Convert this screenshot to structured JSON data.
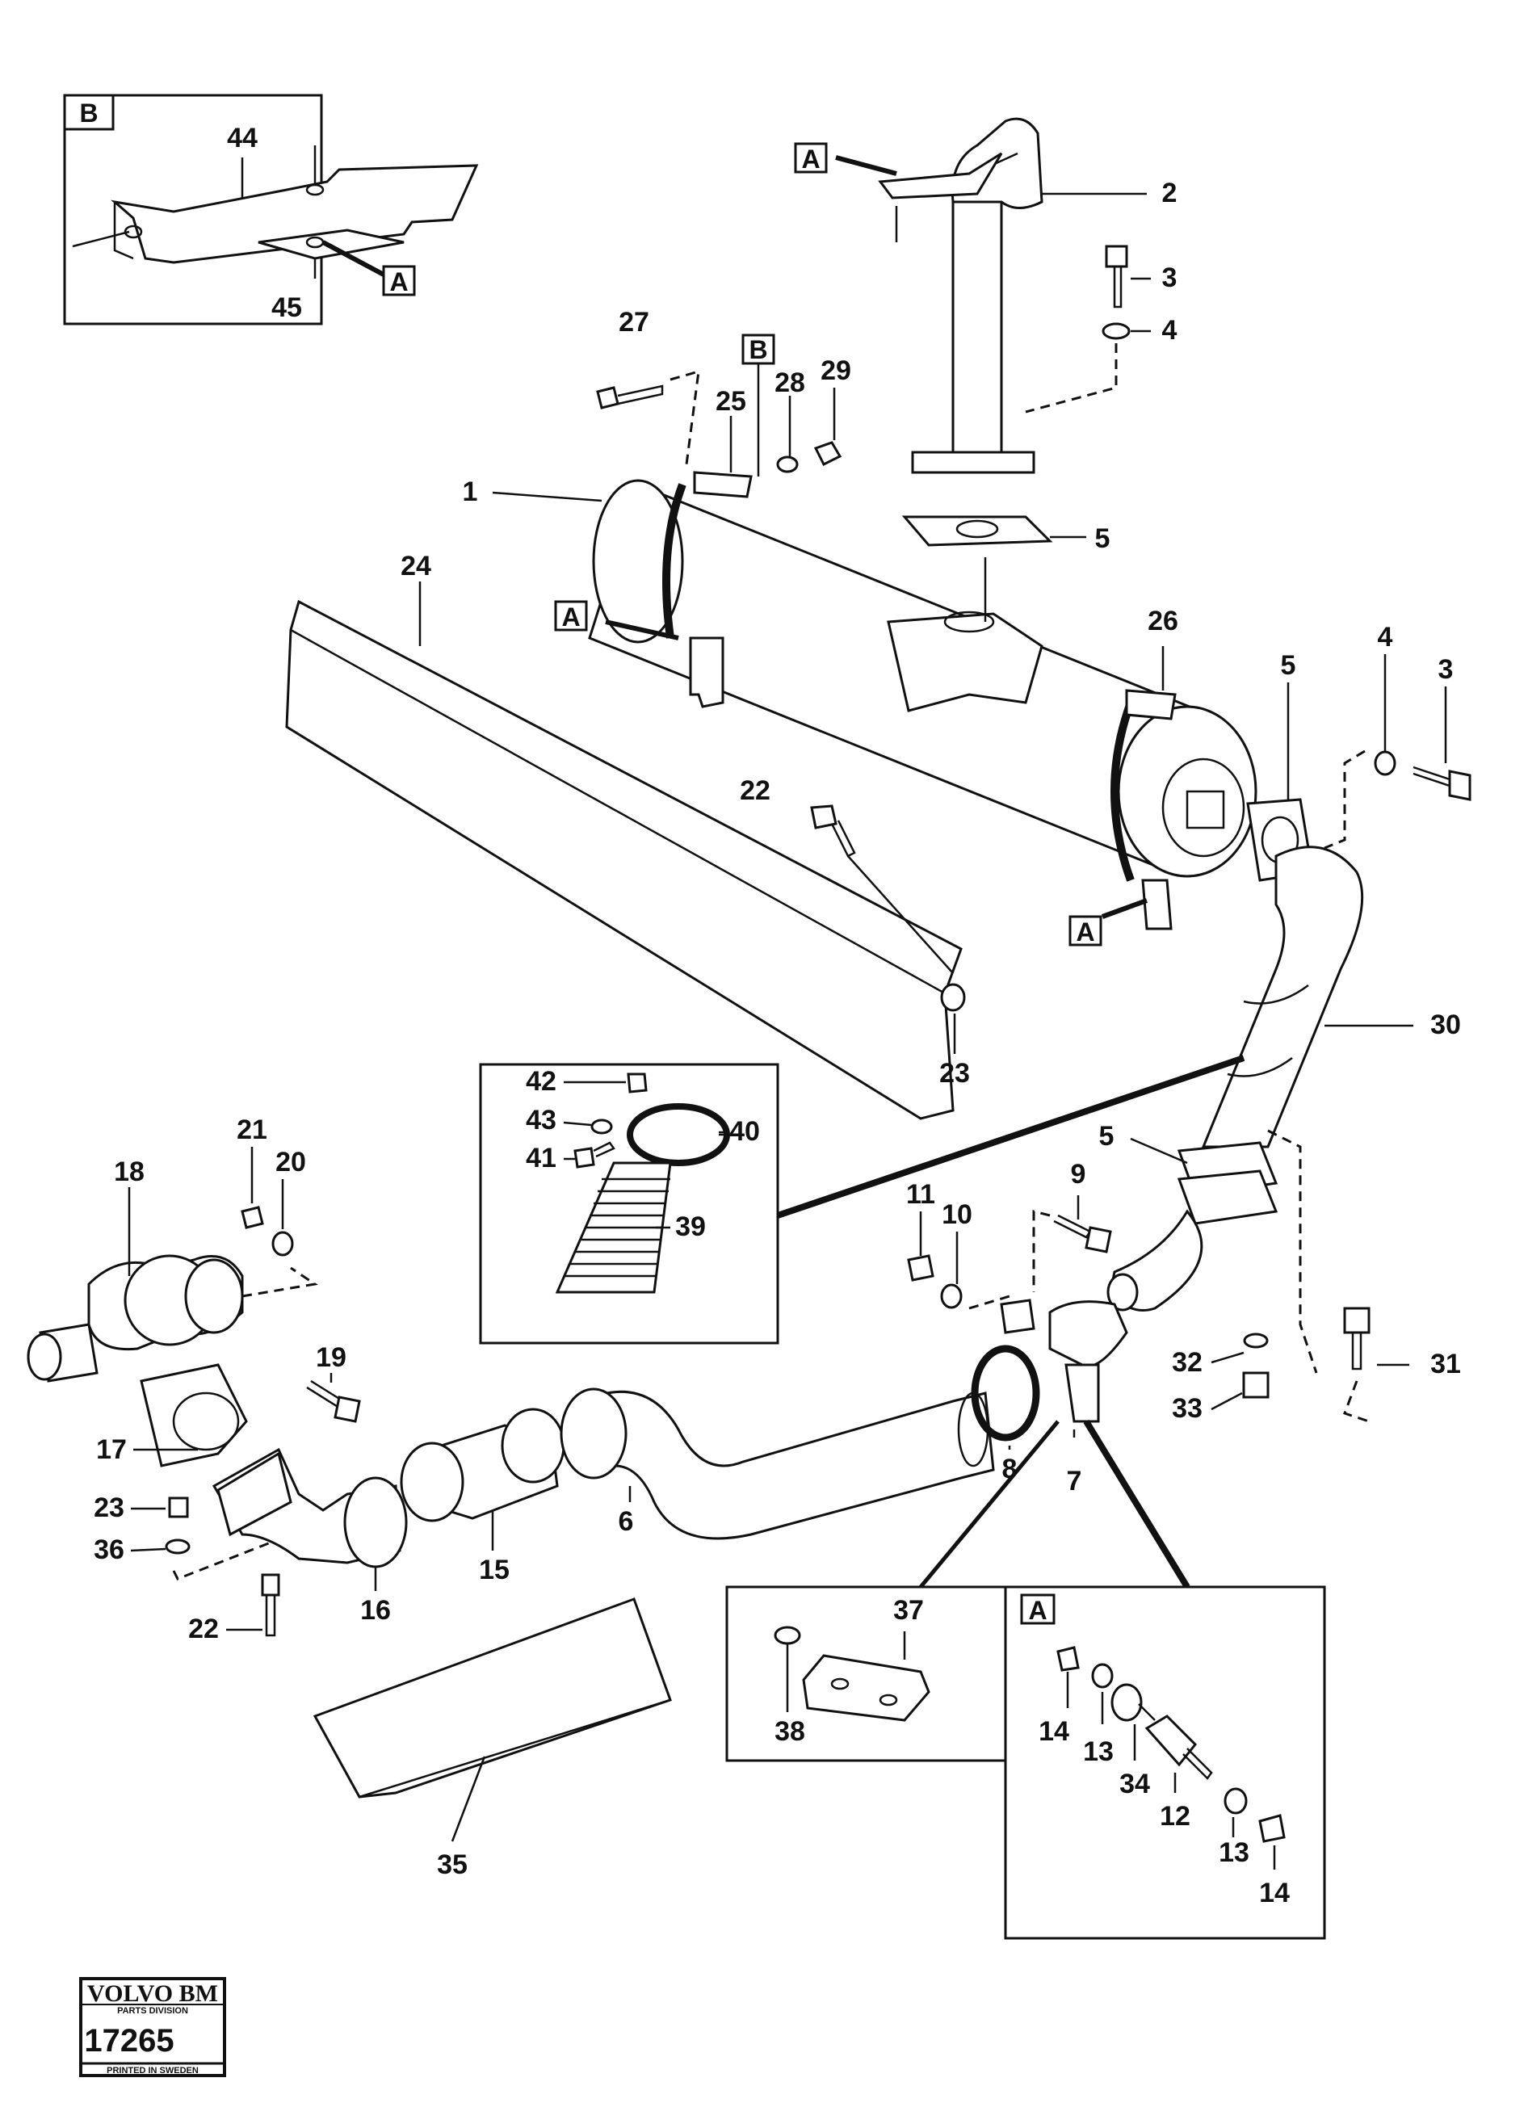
{
  "diagram": {
    "callouts": {
      "c1": "1",
      "c2": "2",
      "c3a": "3",
      "c3b": "3",
      "c4a": "4",
      "c4b": "4",
      "c5a": "5",
      "c5b": "5",
      "c5c": "5",
      "c6": "6",
      "c7": "7",
      "c8": "8",
      "c9": "9",
      "c10": "10",
      "c11": "11",
      "c12": "12",
      "c13a": "13",
      "c13b": "13",
      "c14a": "14",
      "c14b": "14",
      "c15": "15",
      "c16": "16",
      "c17": "17",
      "c18": "18",
      "c19": "19",
      "c20": "20",
      "c21": "21",
      "c22a": "22",
      "c22b": "22",
      "c23a": "23",
      "c23b": "23",
      "c24": "24",
      "c25": "25",
      "c26": "26",
      "c27": "27",
      "c28": "28",
      "c29": "29",
      "c30": "30",
      "c31": "31",
      "c32": "32",
      "c33": "33",
      "c34": "34",
      "c35": "35",
      "c36": "36",
      "c37": "37",
      "c38": "38",
      "c39": "39",
      "c40": "40",
      "c41": "41",
      "c42": "42",
      "c43": "43",
      "c44": "44",
      "c45": "45"
    },
    "refs": {
      "box_b_title": "B",
      "box_a_title": "A",
      "ref_a1": "A",
      "ref_a2": "A",
      "ref_a3": "A",
      "ref_a4": "A",
      "ref_b1": "B"
    }
  },
  "stamp": {
    "brand": "VOLVO BM",
    "division": "PARTS DIVISION",
    "number": "17265",
    "printed": "PRINTED IN SWEDEN"
  }
}
